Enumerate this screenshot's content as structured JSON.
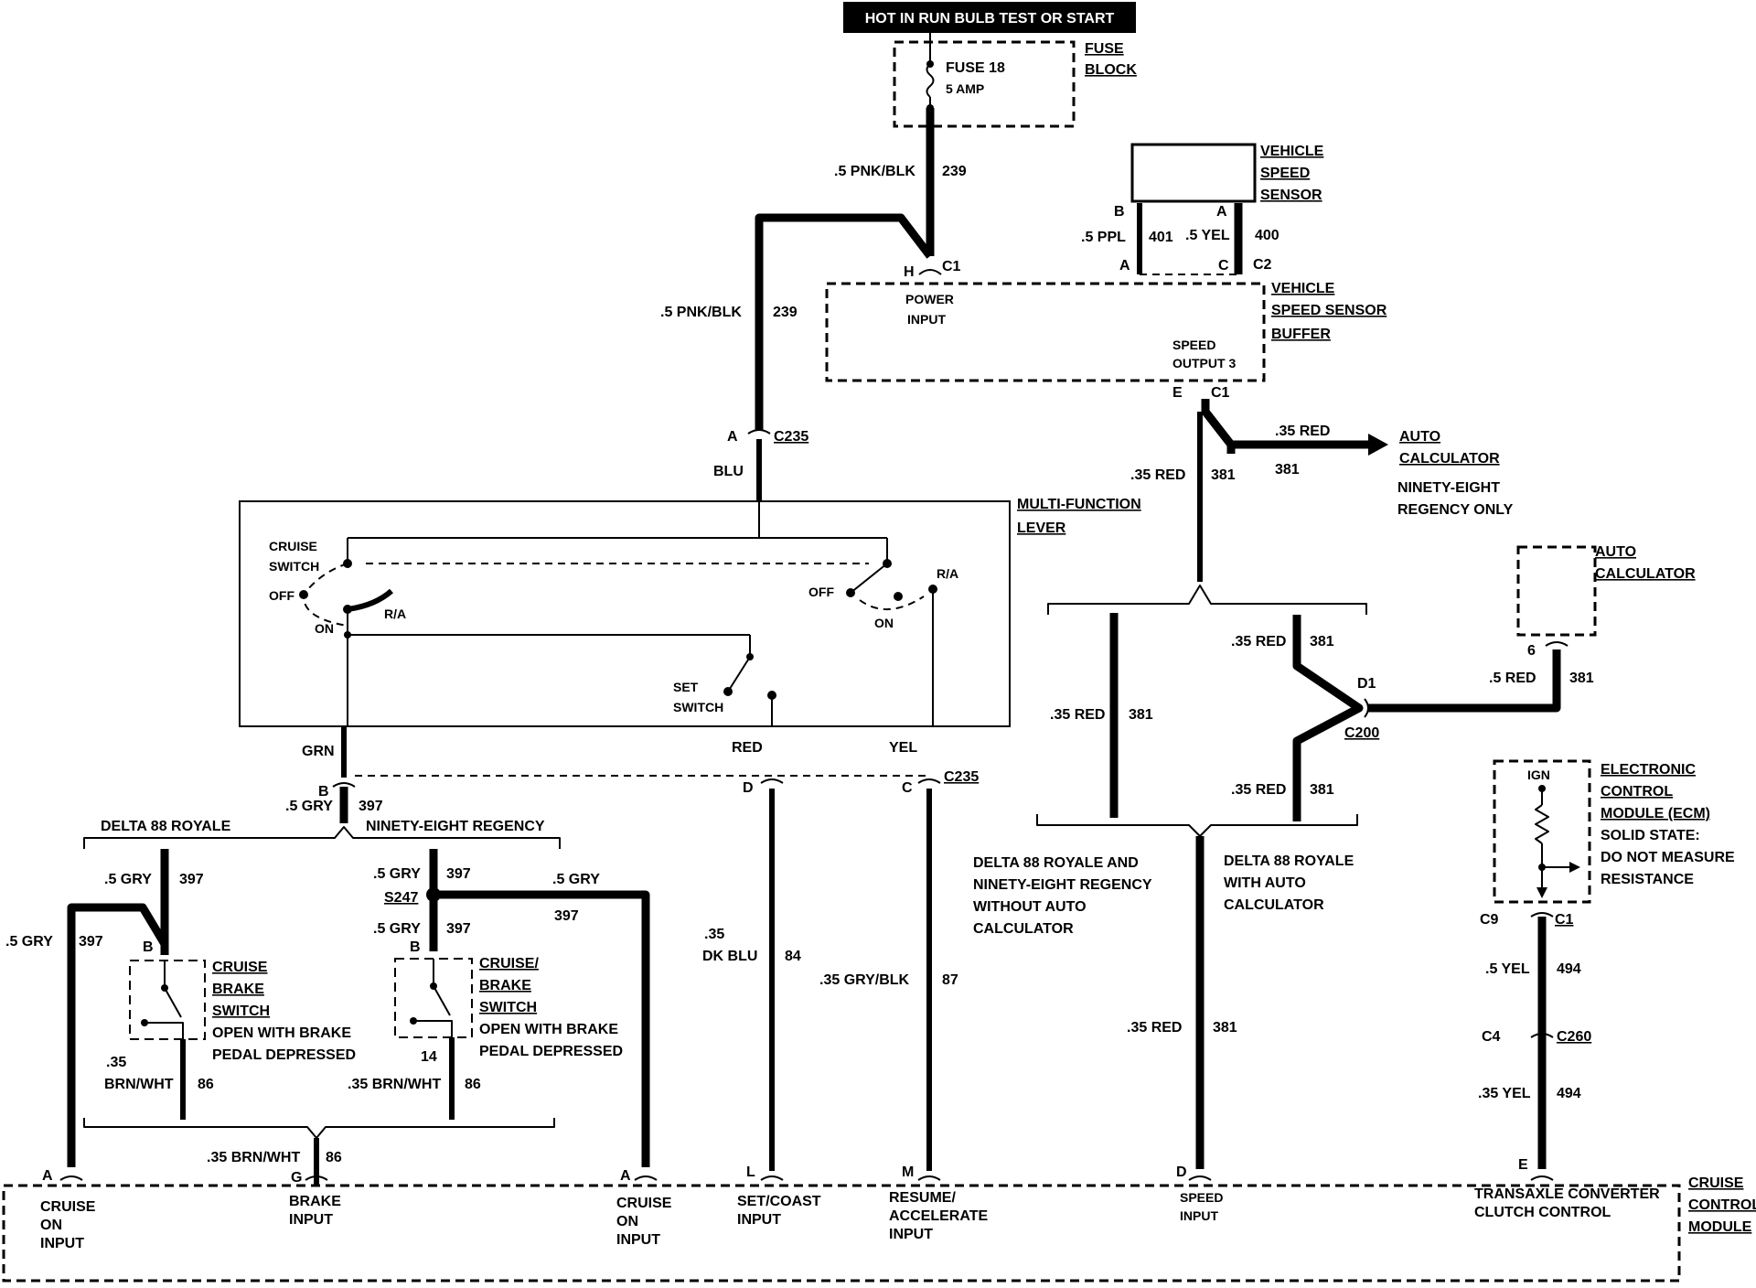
{
  "header": {
    "banner": "HOT IN RUN  BULB TEST OR START"
  },
  "fuse_block": {
    "title_line1": "FUSE",
    "title_line2": "BLOCK",
    "fuse_name": "FUSE 18",
    "fuse_rating": "5 AMP"
  },
  "vehicle_speed_sensor": {
    "title_line1": "VEHICLE",
    "title_line2": "SPEED",
    "title_line3": "SENSOR",
    "pin_b": "B",
    "pin_a": "A",
    "wire_ppl": ".5 PPL",
    "circuit_401": "401",
    "wire_yel": ".5 YEL",
    "circuit_400": "400"
  },
  "vss_buffer": {
    "title_line1": "VEHICLE",
    "title_line2": "SPEED SENSOR",
    "title_line3": "BUFFER",
    "power_input_line1": "POWER",
    "power_input_line2": "INPUT",
    "speed_output_line1": "SPEED",
    "speed_output_line2": "OUTPUT 3",
    "pin_h": "H",
    "conn_c1": "C1",
    "pin_a": "A",
    "pin_c": "C",
    "conn_c2": "C2",
    "pin_e": "E",
    "conn_c1_out": "C1"
  },
  "power_feed": {
    "wire_upper": ".5 PNK/BLK",
    "circuit_upper": "239",
    "wire_lower": ".5 PNK/BLK",
    "circuit_lower": "239"
  },
  "connector_c235_top": {
    "pin": "A",
    "name": "C235",
    "wire": "BLU"
  },
  "multi_function_lever": {
    "title_line1": "MULTI-FUNCTION",
    "title_line2": "LEVER",
    "cruise_switch_line1": "CRUISE",
    "cruise_switch_line2": "SWITCH",
    "off_left": "OFF",
    "on_left": "ON",
    "ra_left": "R/A",
    "off_right": "OFF",
    "on_right": "ON",
    "ra_right": "R/A",
    "set_switch_line1": "SET",
    "set_switch_line2": "SWITCH"
  },
  "lever_outputs": {
    "grn": "GRN",
    "red": "RED",
    "yel": "YEL",
    "pin_b": "B",
    "pin_d": "D",
    "pin_c": "C",
    "conn_c235": "C235",
    "gry_wire": ".5 GRY",
    "gry_circuit": "397"
  },
  "brake_branch": {
    "delta_label": "DELTA 88 ROYALE",
    "ninety_label": "NINETY-EIGHT REGENCY",
    "left_gry": ".5 GRY",
    "left_gry_circuit": "397",
    "far_left_gry": ".5 GRY",
    "far_left_gry_circuit": "397",
    "mid_gry": ".5 GRY",
    "mid_gry_circuit": "397",
    "splice": "S247",
    "mid_gry2": ".5 GRY",
    "mid_gry2_circuit": "397",
    "right_gry": ".5 GRY",
    "right_gry_circuit": "397",
    "sw1_pin_b": "B",
    "sw2_pin_b": "B",
    "sw2_pin_14": "14",
    "sw1_title_line1": "CRUISE",
    "sw1_title_line2": "BRAKE",
    "sw1_title_line3": "SWITCH",
    "sw1_note_line1": "OPEN WITH BRAKE",
    "sw1_note_line2": "PEDAL DEPRESSED",
    "sw2_title_line1": "CRUISE/",
    "sw2_title_line2": "BRAKE",
    "sw2_title_line3": "SWITCH",
    "sw2_note_line1": "OPEN WITH BRAKE",
    "sw2_note_line2": "PEDAL DEPRESSED",
    "brn_left_gauge": ".35",
    "brn_left_color": "BRN/WHT",
    "brn_left_circuit": "86",
    "brn_right": ".35 BRN/WHT",
    "brn_right_circuit": "86",
    "brn_bottom": ".35 BRN/WHT",
    "brn_bottom_circuit": "86"
  },
  "set_coast_wire": {
    "gauge": ".35",
    "color": "DK BLU",
    "circuit": "84"
  },
  "resume_wire": {
    "wire": ".35 GRY/BLK",
    "circuit": "87"
  },
  "auto_calculator_top": {
    "wire": ".35 RED",
    "circuit": "381",
    "title_line1": "AUTO",
    "title_line2": "CALCULATOR",
    "note_line1": "NINETY-EIGHT",
    "note_line2": "REGENCY ONLY"
  },
  "speed_branch": {
    "upper_wire": ".35 RED",
    "upper_circuit": "381",
    "left_wire": ".35 RED",
    "left_circuit": "381",
    "mid_upper_wire": ".35 RED",
    "mid_upper_circuit": "381",
    "mid_lower_wire": ".35 RED",
    "mid_lower_circuit": "381",
    "d1": "D1",
    "c200": "C200",
    "to_calc_wire": ".5 RED",
    "to_calc_circuit": "381",
    "calc_pin": "6",
    "note_left_line1": "DELTA 88 ROYALE AND",
    "note_left_line2": "NINETY-EIGHT REGENCY",
    "note_left_line3": "WITHOUT AUTO",
    "note_left_line4": "CALCULATOR",
    "note_right_line1": "DELTA 88 ROYALE",
    "note_right_line2": "WITH AUTO",
    "note_right_line3": "CALCULATOR",
    "bottom_wire": ".35 RED",
    "bottom_circuit": "381"
  },
  "auto_calculator_right": {
    "title_line1": "AUTO",
    "title_line2": "CALCULATOR"
  },
  "ecm": {
    "ign": "IGN",
    "title_line1": "ELECTRONIC",
    "title_line2": "CONTROL",
    "title_line3": "MODULE (ECM)",
    "note_line1": "SOLID STATE:",
    "note_line2": "DO NOT MEASURE",
    "note_line3": "RESISTANCE",
    "pin_c9": "C9",
    "conn_c1": "C1",
    "wire_upper": ".5 YEL",
    "circuit_upper": "494",
    "pin_c4": "C4",
    "conn_c260": "C260",
    "wire_lower": ".35 YEL",
    "circuit_lower": "494"
  },
  "cruise_module": {
    "title_line1": "CRUISE",
    "title_line2": "CONTROL",
    "title_line3": "MODULE",
    "pin_a_left": "A",
    "pin_g": "G",
    "pin_a_right": "A",
    "pin_l": "L",
    "pin_m": "M",
    "pin_d": "D",
    "pin_e": "E",
    "in1_line1": "CRUISE",
    "in1_line2": "ON",
    "in1_line3": "INPUT",
    "in2_line1": "BRAKE",
    "in2_line2": "INPUT",
    "in3_line1": "CRUISE",
    "in3_line2": "ON",
    "in3_line3": "INPUT",
    "in4_line1": "SET/COAST",
    "in4_line2": "INPUT",
    "in5_line1": "RESUME/",
    "in5_line2": "ACCELERATE",
    "in5_line3": "INPUT",
    "in6_line1": "SPEED",
    "in6_line2": "INPUT",
    "in7_line1": "TRANSAXLE CONVERTER",
    "in7_line2": "CLUTCH CONTROL"
  }
}
